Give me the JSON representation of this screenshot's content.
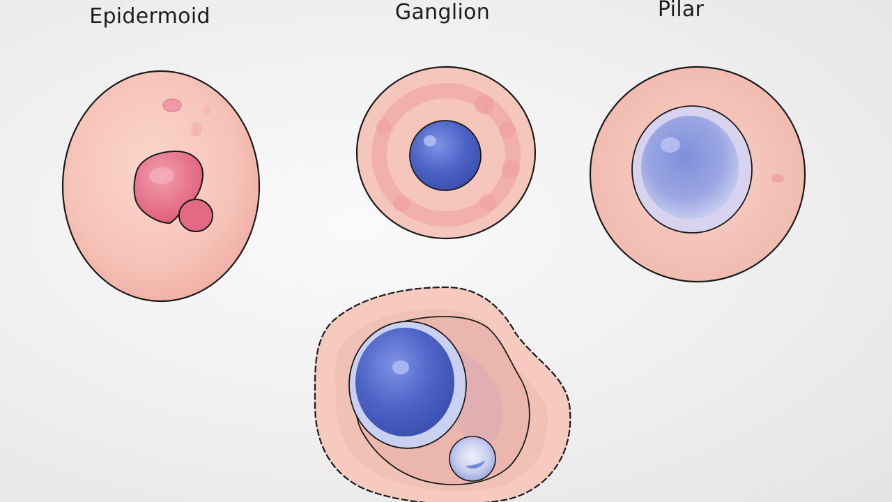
{
  "diagram": {
    "labels": {
      "epidermoid": "Epidermoid",
      "ganglion": "Ganglion",
      "pilar": "Pilar"
    },
    "colors": {
      "skin": "#f6c9bf",
      "skin_dark": "#ef9f9e",
      "lesion_pink": "#e8708a",
      "cyst_blue": "#4a63c4",
      "cyst_blue_light": "#a9b6ea",
      "outline": "#1a1a1a"
    }
  }
}
